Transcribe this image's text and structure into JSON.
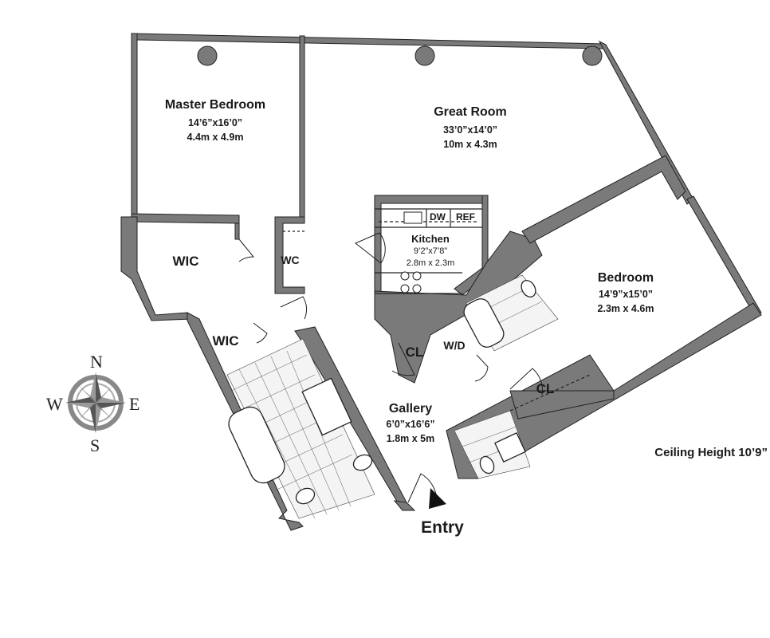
{
  "rooms": {
    "master_bedroom": {
      "name": "Master Bedroom",
      "dim_imperial": "14’6”x16’0”",
      "dim_metric": "4.4m x 4.9m"
    },
    "great_room": {
      "name": "Great  Room",
      "dim_imperial": "33’0”x14’0”",
      "dim_metric": "10m x 4.3m"
    },
    "kitchen": {
      "name": "Kitchen",
      "dim_imperial": "9’2”x7’8”",
      "dim_metric": "2.8m x 2.3m"
    },
    "bedroom": {
      "name": "Bedroom",
      "dim_imperial": "14’9”x15’0”",
      "dim_metric": "2.3m x 4.6m"
    },
    "gallery": {
      "name": "Gallery",
      "dim_imperial": "6’0”x16’6”",
      "dim_metric": "1.8m x 5m"
    }
  },
  "small_labels": {
    "wic_upper": "WIC",
    "wic_lower": "WIC",
    "wc": "WC",
    "dw": "DW",
    "ref": "REF",
    "cl_kitchen": "CL",
    "wd": "W/D",
    "cl_bedroom": "CL"
  },
  "compass": {
    "n": "N",
    "s": "S",
    "e": "E",
    "w": "W"
  },
  "entry": "Entry",
  "ceiling_height": "Ceiling Height 10’9”"
}
